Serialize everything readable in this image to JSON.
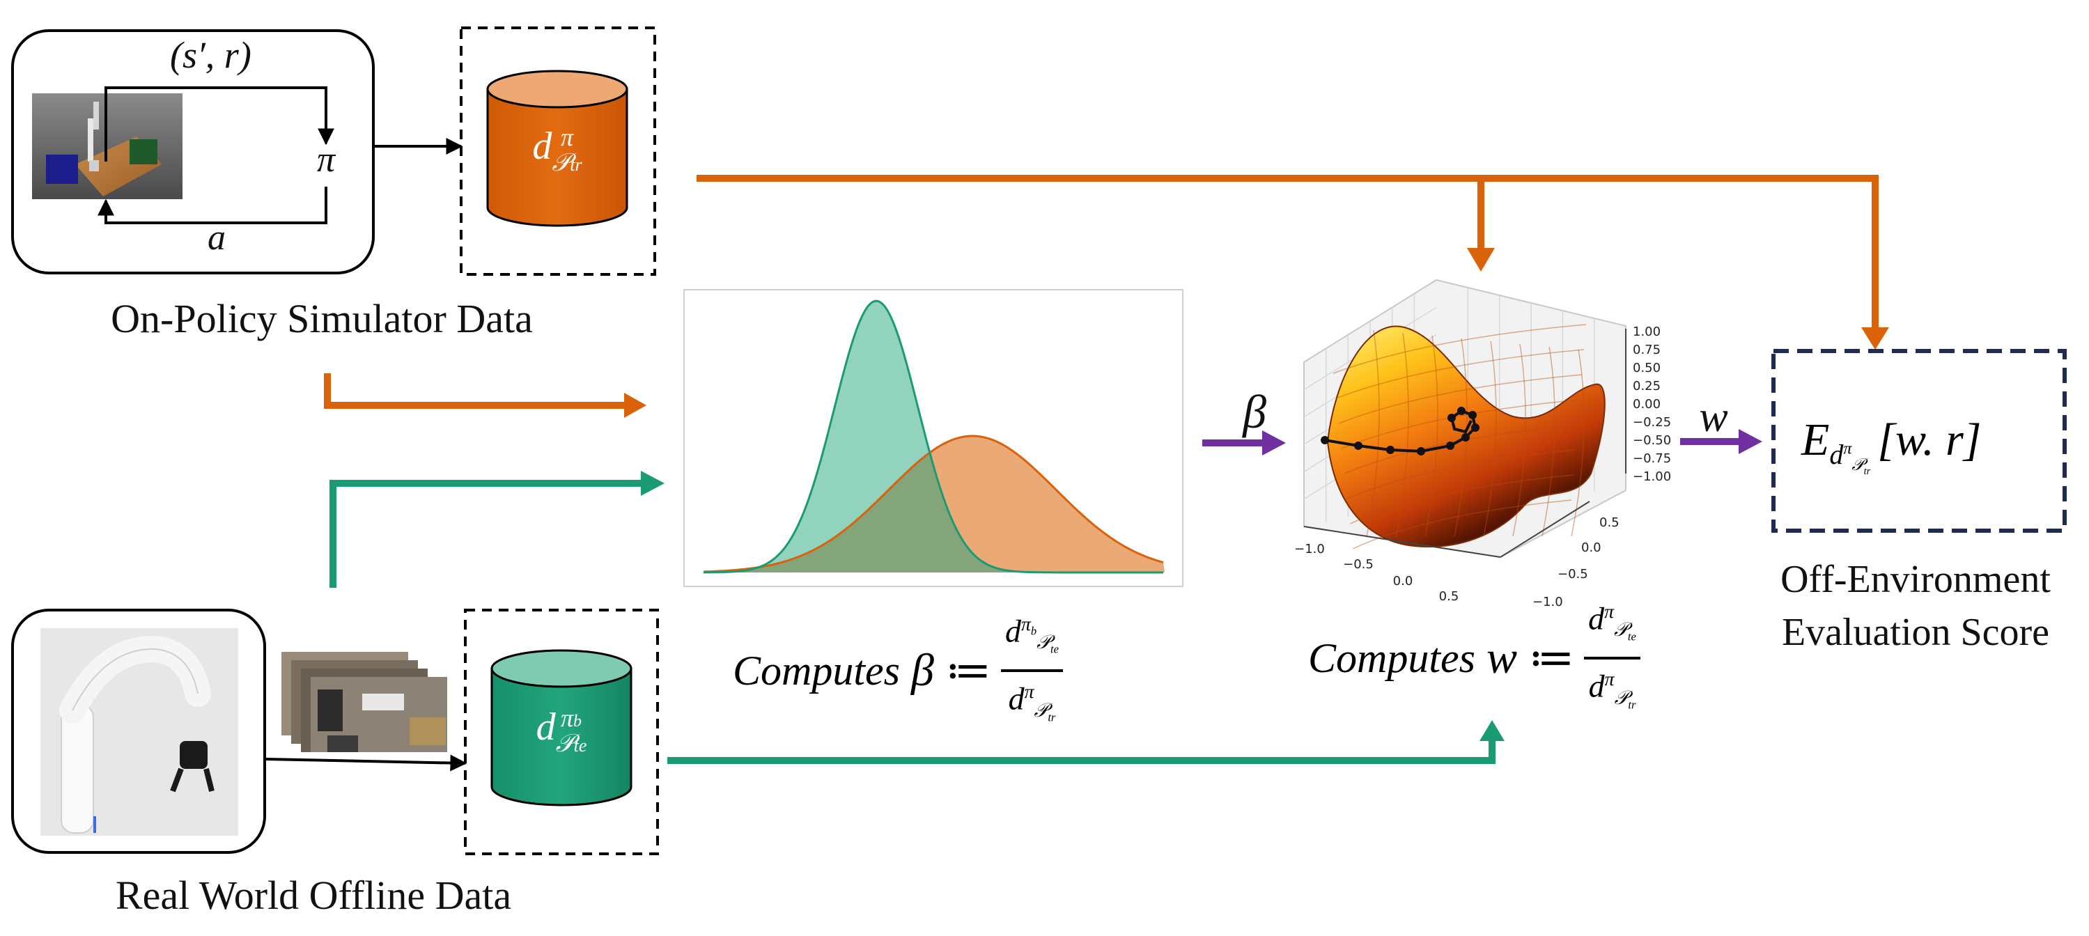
{
  "colors": {
    "orange": "#d9620a",
    "orange_light": "#e9a067",
    "green": "#1a9b73",
    "green_light": "#7fcbb2",
    "purple": "#7030a0",
    "navy": "#1f2a55",
    "black": "#000000"
  },
  "simulator": {
    "loop_top_label": "(s′, r)",
    "loop_bottom_label": "a",
    "policy_label": "π",
    "caption": "On-Policy Simulator Data",
    "db_label": "d",
    "db_sup": "π",
    "db_sub": "𝒫",
    "db_subsub": "tr"
  },
  "real_world": {
    "caption": "Real World Offline Data",
    "db_label": "d",
    "db_sup": "π",
    "db_supsub": "b",
    "db_sub": "𝒫",
    "db_subsub": "te"
  },
  "beta_step": {
    "arrow_label": "β",
    "formula_word": "Computes",
    "formula_symbol": "β",
    "assign": "≔",
    "numerator": "d",
    "numerator_sup": "π",
    "numerator_supsub": "b",
    "numerator_sub": "𝒫",
    "numerator_subsub": "te",
    "denominator": "d",
    "denominator_sup": "π",
    "denominator_sub": "𝒫",
    "denominator_subsub": "tr"
  },
  "w_step": {
    "arrow_label": "w",
    "formula_word": "Computes",
    "formula_symbol": "w",
    "assign": "≔",
    "numerator": "d",
    "numerator_sup": "π",
    "numerator_sub": "𝒫",
    "numerator_subsub": "te",
    "denominator": "d",
    "denominator_sup": "π",
    "denominator_sub": "𝒫",
    "denominator_subsub": "tr",
    "surface_z_ticks": [
      "1.00",
      "0.75",
      "0.50",
      "0.25",
      "0.00",
      "−0.25",
      "−0.50",
      "−0.75",
      "−1.00"
    ],
    "surface_x_ticks": [
      "−1.0",
      "−0.5",
      "0.0",
      "0.5"
    ],
    "surface_y_ticks": [
      "0.5",
      "0.0",
      "−0.5",
      "−1.0"
    ]
  },
  "result": {
    "expr_E": "E",
    "expr_sub_d": "d",
    "expr_sub_sup": "π",
    "expr_sub_sub": "𝒫",
    "expr_sub_subsub": "tr",
    "expr_body": "[w. r]",
    "caption_line1": "Off-Environment",
    "caption_line2": "Evaluation Score"
  }
}
